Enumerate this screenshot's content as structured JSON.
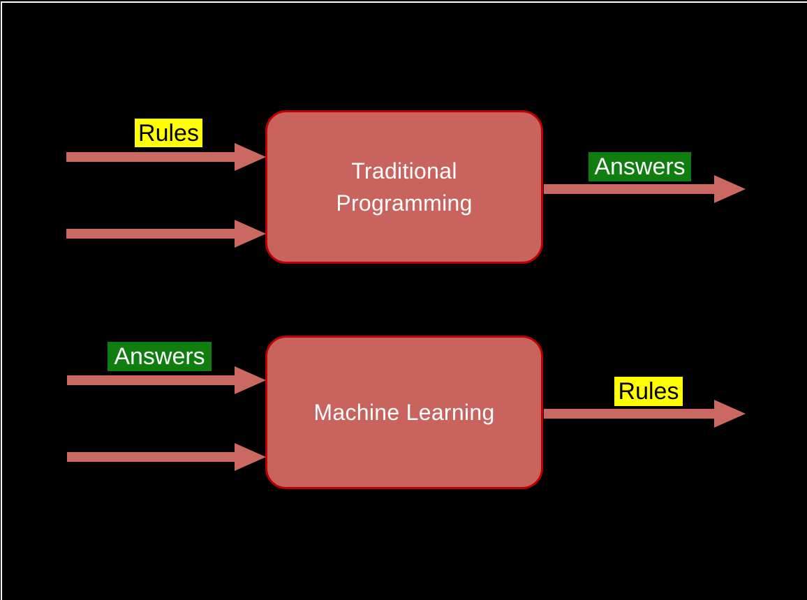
{
  "slide": {
    "background": "#000000",
    "frame_color": "#ffffff"
  },
  "colors": {
    "slide_bg": "#000000",
    "frame_color": "#ffffff",
    "shape_fill": "#c9635d",
    "shape_border": "#be0000",
    "arrow": "#cc6862",
    "highlight_yellow": "#ffff00",
    "highlight_green": "#0f7e0f",
    "shape_text": "#ffffff"
  },
  "flows": {
    "traditional": {
      "box_title_lines": [
        "Traditional",
        "Programming"
      ],
      "input_label": "Rules",
      "output_label": "Answers"
    },
    "machine_learning": {
      "box_title": "Machine Learning",
      "input_label": "Answers",
      "output_label": "Rules"
    }
  }
}
